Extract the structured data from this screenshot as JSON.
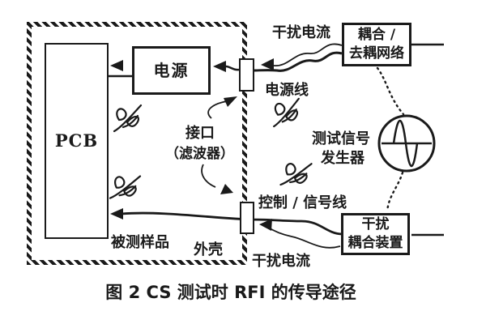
{
  "figure": {
    "caption": "图 2 CS 测试时 RFI 的传导途径"
  },
  "boxes": {
    "pcb": {
      "label": "PCB"
    },
    "power_supply": {
      "label": "电源"
    },
    "cdn": {
      "line1": "耦合 /",
      "line2": "去耦网络"
    },
    "interference_coupler": {
      "line1": "干扰",
      "line2": "耦合装置"
    }
  },
  "labels": {
    "interference_current_top": "干扰电流",
    "power_line": "电源线",
    "interface": "接口",
    "interface_filter": "（滤波器）",
    "test_signal_generator_line1": "测试信号",
    "test_signal_generator_line2": "发生器",
    "control_signal_line": "控制 / 信号线",
    "interference_current_bottom": "干扰电流",
    "eut_sample": "被测样品",
    "enclosure": "外壳"
  },
  "icons": {
    "signal_generator": "sine-wave-in-circle",
    "radiated_emission": "rf-burst",
    "arrowheads": "left-pointing-current-arrows"
  },
  "colors": {
    "ink": "#1a1a1a",
    "background": "#ffffff"
  }
}
